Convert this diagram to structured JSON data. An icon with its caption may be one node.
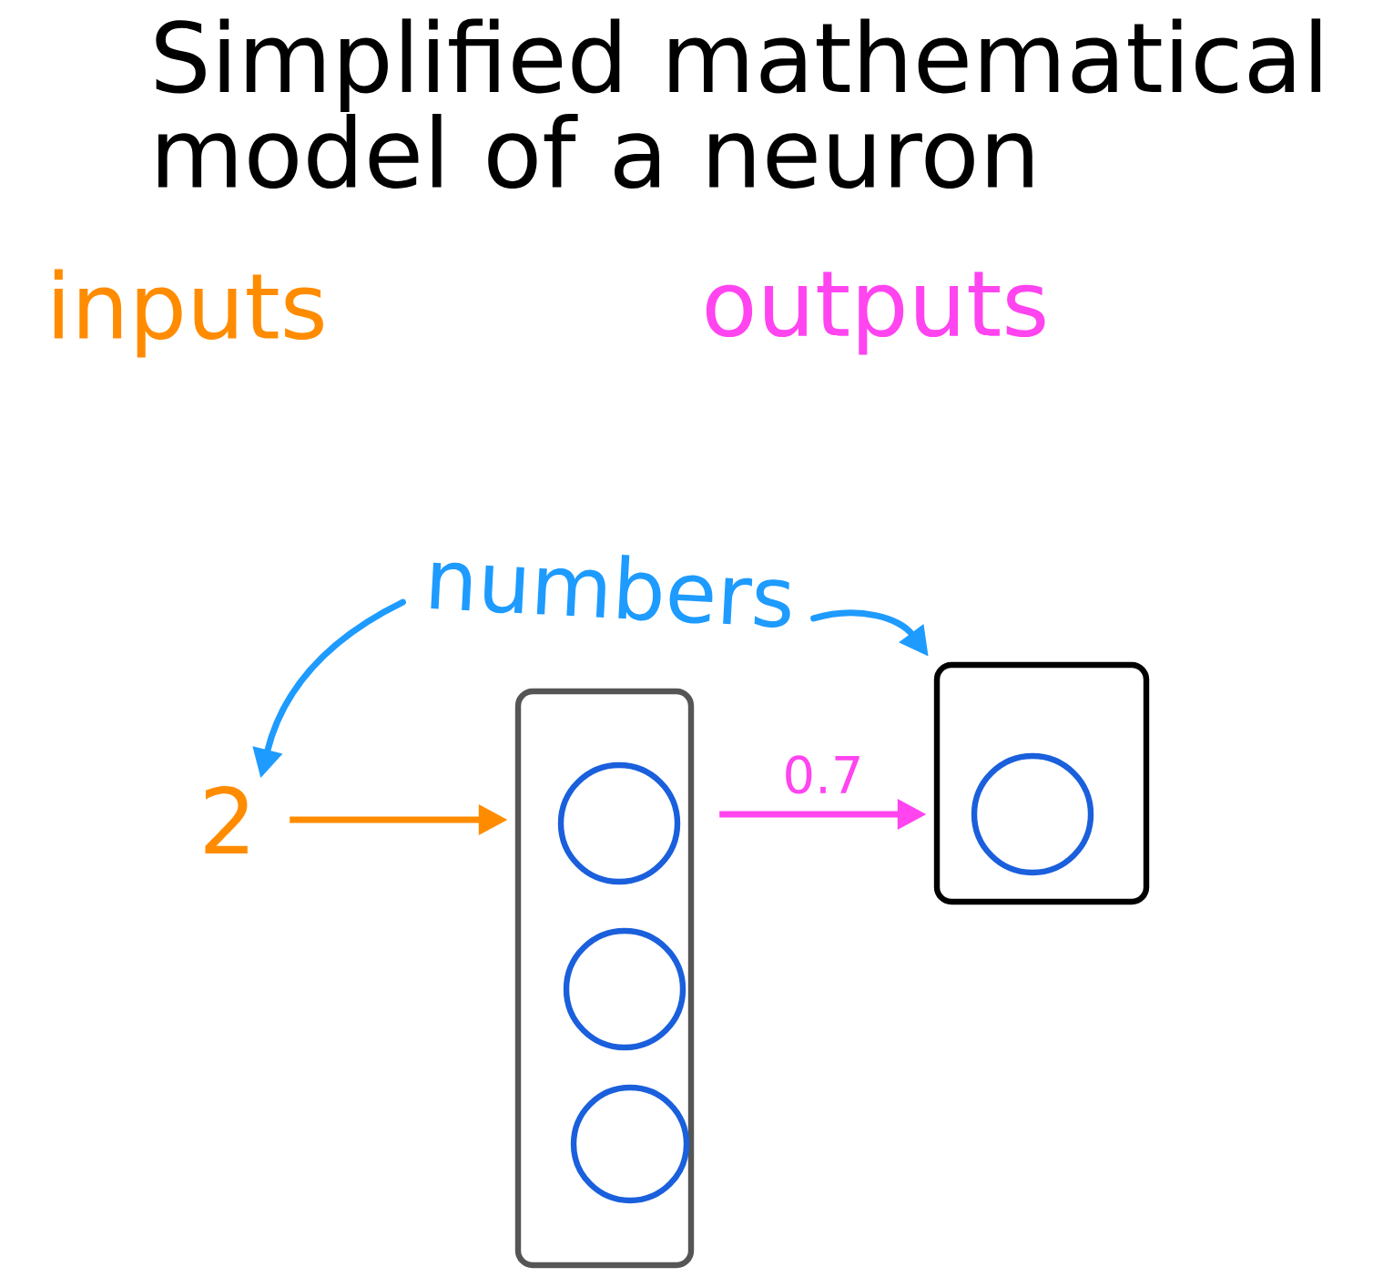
{
  "diagram": {
    "title": "Simplified mathematical model of a neuron",
    "nodes": [
      {
        "text": [
          "2"
        ]
      },
      {
        "text": [],
        "shape": "box"
      },
      {
        "text": [],
        "shape": "circle",
        "in": 1
      },
      {
        "text": [],
        "shape": "circle",
        "in": 1
      },
      {
        "text": [],
        "shape": "circle",
        "in": 1
      },
      {
        "text": [],
        "shape": "box"
      },
      {
        "text": [],
        "shape": "circle",
        "in": 5
      },
      {
        "text": [
          "numbers"
        ]
      }
    ],
    "edges": [
      {
        "from": 0,
        "to": 1,
        "arrow": "to",
        "color": "#ff8c00"
      },
      {
        "from": 1,
        "to": 5,
        "arrow": "to",
        "label": "0.7",
        "color": "#ff44f0"
      },
      {
        "from": 7,
        "to": 0,
        "arrow": "to",
        "color": "#1e9bff"
      },
      {
        "from": 7,
        "to": 5,
        "arrow": "to",
        "color": "#1e9bff"
      }
    ],
    "labels": [
      "inputs",
      "outputs"
    ]
  }
}
